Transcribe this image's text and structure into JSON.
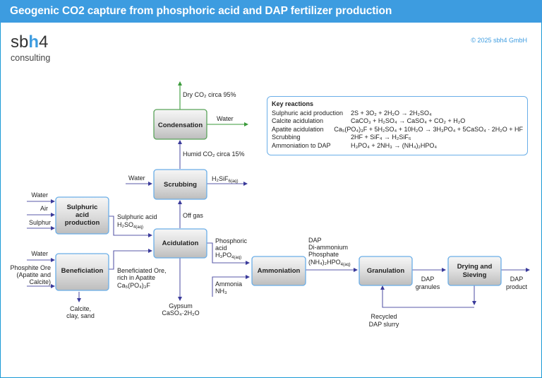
{
  "title": "Geogenic CO2 capture from phosphoric acid and DAP fertilizer production",
  "logo": {
    "prefix": "sb",
    "highlight": "h",
    "suffix": "4",
    "subtitle": "consulting"
  },
  "copyright": "© 2025 sbh4 GmbH",
  "colors": {
    "accent": "#3d9ce0",
    "process_box_border": "#6aaee8",
    "condensation_border": "#5aa35a",
    "flow_blue": "#3a3a9a",
    "flow_green": "#3a9a3a"
  },
  "key_reactions": {
    "title": "Key reactions",
    "rows": [
      {
        "name": "Sulphuric acid production",
        "formula": "2S + 3O₂ + 2H₂O → 2H₂SO₄"
      },
      {
        "name": "Calcite acidulation",
        "formula": "CaCO₃ + H₂SO₄ → CaSO₄ + CO₂ + H₂O"
      },
      {
        "name": "Apatite acidulation",
        "formula": "Ca₅(PO₄)₃F + 5H₂SO₄ + 10H₂O → 3H₃PO₄ + 5CaSO₄ · 2H₂O + HF"
      },
      {
        "name": "Scrubbing",
        "formula": "2HF + SiF₄ → H₂SiF₆"
      },
      {
        "name": "Ammoniation to DAP",
        "formula": "H₃PO₄ + 2NH₃ → (NH₄)₂HPO₄"
      }
    ]
  },
  "processes": {
    "condensation": "Condensation",
    "scrubbing": "Scrubbing",
    "sulphuric_1": "Sulphuric",
    "sulphuric_2": "acid",
    "sulphuric_3": "production",
    "beneficiation": "Beneficiation",
    "acidulation": "Acidulation",
    "ammoniation": "Ammoniation",
    "granulation": "Granulation",
    "drying_1": "Drying and",
    "drying_2": "Sieving"
  },
  "streams": {
    "dry_co2": "Dry CO₂ circa 95%",
    "water_out": "Water",
    "humid_co2": "Humid CO₂ circa 15%",
    "water_scrub": "Water",
    "h2sif6": "H₂SiF",
    "h2sif6_sub": "6(aq)",
    "water_sulph": "Water",
    "air": "Air",
    "sulphur": "Sulphur",
    "sulph_acid_1": "Sulphuric acid",
    "sulph_acid_2": "H₂SO",
    "sulph_acid_2_sub": "4(aq)",
    "off_gas": "Off gas",
    "water_benef": "Water",
    "ore_1": "Phosphite Ore",
    "ore_2": "(Apatite and",
    "ore_3": "Calcite)",
    "benef_ore_1": "Beneficiated Ore,",
    "benef_ore_2": "rich in Apatite",
    "benef_ore_3": "Ca₅(PO₄)₃F",
    "calcite_1": "Calcite,",
    "calcite_2": "clay, sand",
    "gypsum_1": "Gypsum",
    "gypsum_2": "CaSO₄·2H₂O",
    "phos_1": "Phosphoric",
    "phos_2": "acid",
    "phos_3": "H₃PO",
    "phos_3_sub": "4(aq)",
    "ammonia_1": "Ammonia",
    "ammonia_2": "NH₃",
    "dap_1": "DAP",
    "dap_2": "Di-ammonium",
    "dap_3": "Phosphate",
    "dap_4": "(NH₄)₂HPO",
    "dap_4_sub": "4(aq)",
    "granules_1": "DAP",
    "granules_2": "granules",
    "product_1": "DAP",
    "product_2": "product",
    "recycled_1": "Recycled",
    "recycled_2": "DAP slurry"
  }
}
